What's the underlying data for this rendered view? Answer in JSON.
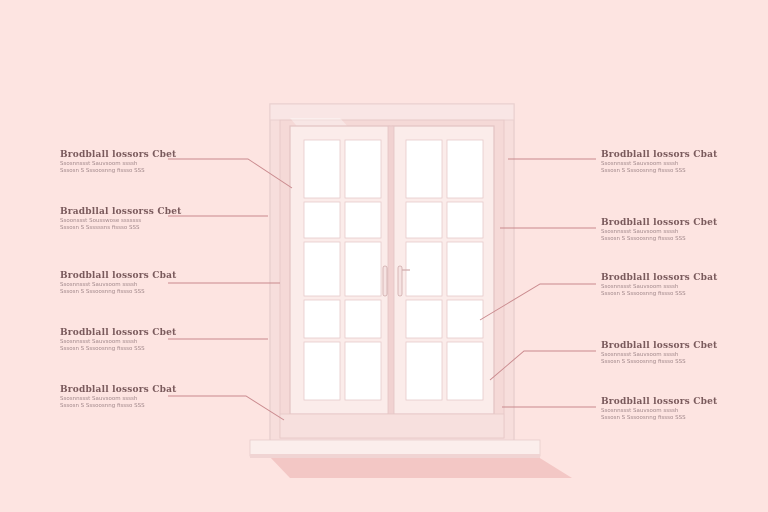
{
  "callouts_left": [
    {
      "title": "Brodblall lossors Cbet",
      "line1": "Ssosnnssst Sauvsoom ssssh",
      "line2": "Sssosn S Sssoosnng fissso SSS"
    },
    {
      "title": "Bradbllal lossorss Cbet",
      "line1": "Ssoonssst Sousswose sssssss",
      "line2": "Sssosn S Ssssssns fissso SSS"
    },
    {
      "title": "Brodblall lossors Cbat",
      "line1": "Ssosnnssst Sauvsoom ssssh",
      "line2": "Sssosn S Sssoosnng fissso SSS"
    },
    {
      "title": "Brodblall lossors Cbet",
      "line1": "Ssosnnssst Sauvsoom ssssh",
      "line2": "Sssosn S Sssoosnng fissso SSS"
    },
    {
      "title": "Brodblall lossors Cbat",
      "line1": "Ssosnnssst Sauvsoom ssssh",
      "line2": "Sssosn S Sssoosnng fissso SSS"
    }
  ],
  "callouts_right": [
    {
      "title": "Brodblall lossors Cbat",
      "line1": "Ssosnnssst Sauvsoom ssssh",
      "line2": "Sssosn S Sssoosnng fissso SSS"
    },
    {
      "title": "Brodblall lossors Cbet",
      "line1": "Ssosnnssst Sauvsoom ssssh",
      "line2": "Sssosn S Sssoosnng fissso SSS"
    },
    {
      "title": "Brodblall lossors Cbat",
      "line1": "Ssosnnssst Sauvsoom ssssh",
      "line2": "Sssosn S Sssoosnng fissso SSS"
    },
    {
      "title": "Brodblall lossors Cbet",
      "line1": "Ssosnnssst Sauvsoom ssssh",
      "line2": "Sssosn S Sssoosnng fissso SSS"
    },
    {
      "title": "Brodblall lossors Cbet",
      "line1": "Ssosnnssst Sauvsoom ssssh",
      "line2": "Sssosn S Sssoosnng fissso SSS"
    }
  ],
  "colors": {
    "background": "#fde4e1",
    "frame": "#f3d6d4",
    "glass": "#ffffff",
    "leader": "#c9898d",
    "text_title": "#7a5a5c",
    "text_desc": "#a0878a",
    "sill_shadow": "#f2c4c2"
  }
}
